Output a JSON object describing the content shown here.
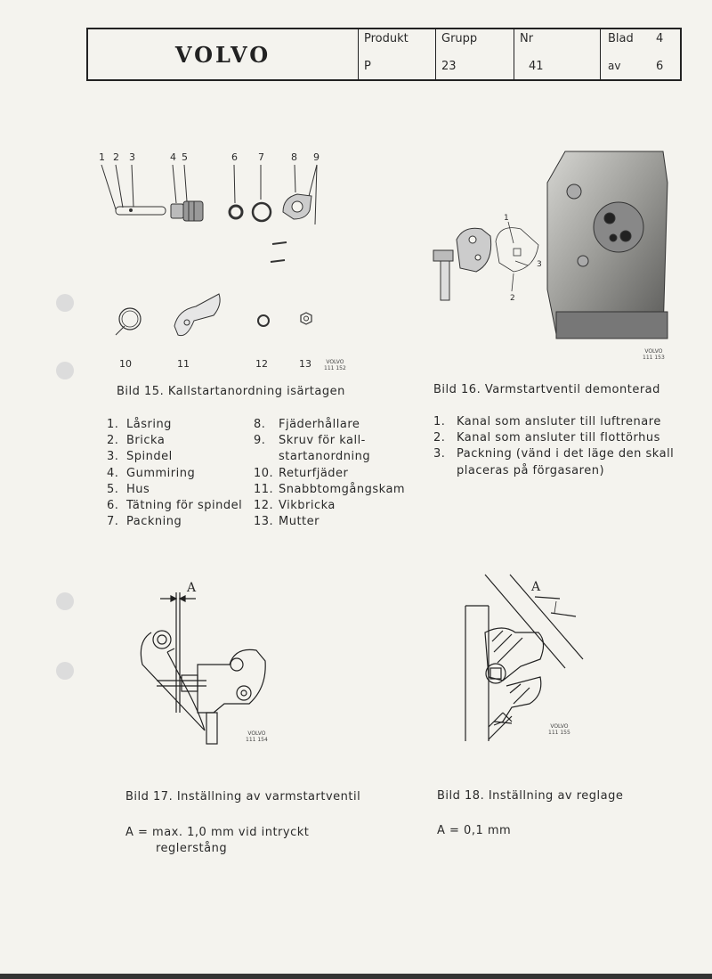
{
  "header": {
    "brand": "VOLVO",
    "columns": [
      {
        "label": "Produkt",
        "value": "P"
      },
      {
        "label": "Grupp",
        "value": "23"
      },
      {
        "label": "Nr",
        "value": "41"
      },
      {
        "label": "Blad",
        "value": "4",
        "label2": "av",
        "value2": "6"
      }
    ]
  },
  "fig15": {
    "part_numbers_top": [
      "1",
      "2",
      "3",
      "4",
      "5",
      "6",
      "7",
      "8",
      "9"
    ],
    "part_numbers_bottom": [
      "10",
      "11",
      "12",
      "13"
    ],
    "stamp": [
      "VOLVO",
      "111 152"
    ],
    "caption": "Bild 15. Kallstartanordning isärtagen",
    "legend_left": [
      {
        "n": "1.",
        "t": "Låsring"
      },
      {
        "n": "2.",
        "t": "Bricka"
      },
      {
        "n": "3.",
        "t": "Spindel"
      },
      {
        "n": "4.",
        "t": "Gummiring"
      },
      {
        "n": "5.",
        "t": "Hus"
      },
      {
        "n": "6.",
        "t": "Tätning för spindel"
      },
      {
        "n": "7.",
        "t": "Packning"
      }
    ],
    "legend_right": [
      {
        "n": "8.",
        "t": "Fjäderhållare"
      },
      {
        "n": "9.",
        "t": "Skruv för kall-",
        "t2": "startanordning"
      },
      {
        "n": "10.",
        "t": "Returfjäder"
      },
      {
        "n": "11.",
        "t": "Snabbtomgångskam"
      },
      {
        "n": "12.",
        "t": "Vikbricka"
      },
      {
        "n": "13.",
        "t": "Mutter"
      }
    ]
  },
  "fig16": {
    "callouts": [
      "1",
      "2",
      "3"
    ],
    "stamp": [
      "VOLVO",
      "111 153"
    ],
    "caption": "Bild 16. Varmstartventil demonterad",
    "legend": [
      {
        "n": "1.",
        "t": "Kanal som ansluter till luftrenare"
      },
      {
        "n": "2.",
        "t": "Kanal som ansluter till flottörhus"
      },
      {
        "n": "3.",
        "t": "Packning (vänd i det läge den skall",
        "t2": "placeras på förgasaren)"
      }
    ]
  },
  "fig17": {
    "dim_label": "A",
    "stamp": [
      "VOLVO",
      "111 154"
    ],
    "caption": "Bild 17. Inställning av varmstartventil",
    "note_line1": "A = max. 1,0 mm vid intryckt",
    "note_line2": "reglerstång"
  },
  "fig18": {
    "dim_label": "A",
    "stamp": [
      "VOLVO",
      "111 155"
    ],
    "caption": "Bild 18. Inställning av reglage",
    "note": "A = 0,1 mm"
  }
}
